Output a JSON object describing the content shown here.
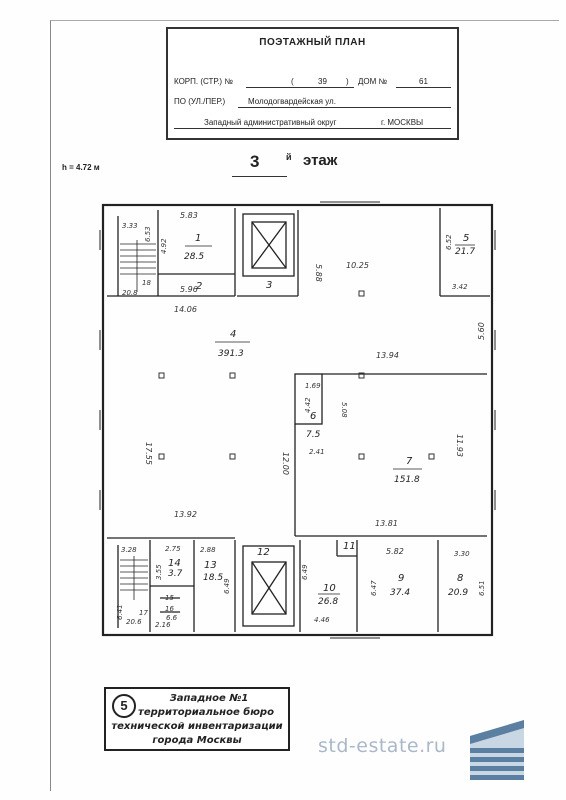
{
  "header": {
    "title": "ПОЭТАЖНЫЙ ПЛАН",
    "korp_label": "КОРП. (СТР.) №",
    "korp_open": "(",
    "korp_value": "39",
    "korp_close": ")",
    "dom_label": "ДОМ №",
    "dom_value": "61",
    "street_label": "ПО (УЛ./ПЕР.)",
    "street_value": "Молодогвардейская ул.",
    "district": "Западный административный округ",
    "city": "г. МОСКВЫ"
  },
  "height_label": "h = 4.72 м",
  "floor": {
    "number": "3",
    "suffix": "й",
    "label": "этаж"
  },
  "rooms": [
    {
      "num": "1",
      "area": "28.5"
    },
    {
      "num": "2",
      "area": ""
    },
    {
      "num": "3",
      "area": ""
    },
    {
      "num": "4",
      "area": "391.3"
    },
    {
      "num": "5",
      "area": "21.7"
    },
    {
      "num": "6",
      "area": "7.5"
    },
    {
      "num": "7",
      "area": "151.8"
    },
    {
      "num": "8",
      "area": "20.9"
    },
    {
      "num": "9",
      "area": "37.4"
    },
    {
      "num": "10",
      "area": "26.8"
    },
    {
      "num": "11",
      "area": ""
    },
    {
      "num": "12",
      "area": ""
    },
    {
      "num": "13",
      "area": "18.5"
    },
    {
      "num": "14",
      "area": "3.7"
    },
    {
      "num": "15",
      "area": ""
    },
    {
      "num": "16",
      "area": ""
    },
    {
      "num": "17",
      "area": "20.6"
    },
    {
      "num": "18",
      "area": "20.8"
    }
  ],
  "dimensions": {
    "d_5_83": "5.83",
    "d_3_33": "3.33",
    "d_6_53": "6.53",
    "d_4_92": "4.92",
    "d_5_96": "5.96",
    "d_5_88": "5.88",
    "d_10_25": "10.25",
    "d_6_52": "6.52",
    "d_3_42": "3.42",
    "d_14_06": "14.06",
    "d_5_60": "5.60",
    "d_13_94": "13.94",
    "d_1_69": "1.69",
    "d_4_42": "4.42",
    "d_5_08": "5.08",
    "d_17_55": "17.55",
    "d_12_00": "12.00",
    "d_2_41": "2.41",
    "d_11_93": "11.93",
    "d_13_92": "13.92",
    "d_13_81": "13.81",
    "d_3_28": "3.28",
    "d_2_75": "2.75",
    "d_2_88": "2.88",
    "d_5_82": "5.82",
    "d_3_30": "3.30",
    "d_3_55": "3.55",
    "d_6_49a": "6.49",
    "d_6_49b": "6.49",
    "d_6_47": "6.47",
    "d_6_51": "6.51",
    "d_6_41": "6.41",
    "d_2_16": "2.16",
    "d_4_46": "4.46",
    "d_6_6": "6.6"
  },
  "stamp": {
    "number": "5",
    "line1": "Западное №1",
    "line2": "территориальное бюро",
    "line3": "технической инвентаризации",
    "line4": "города Москвы"
  },
  "watermark": "std-estate.ru",
  "colors": {
    "ink": "#222222",
    "watermark": "#aab8c8",
    "logo_dark": "#5a7fa0",
    "logo_light": "#c9d6e3"
  }
}
